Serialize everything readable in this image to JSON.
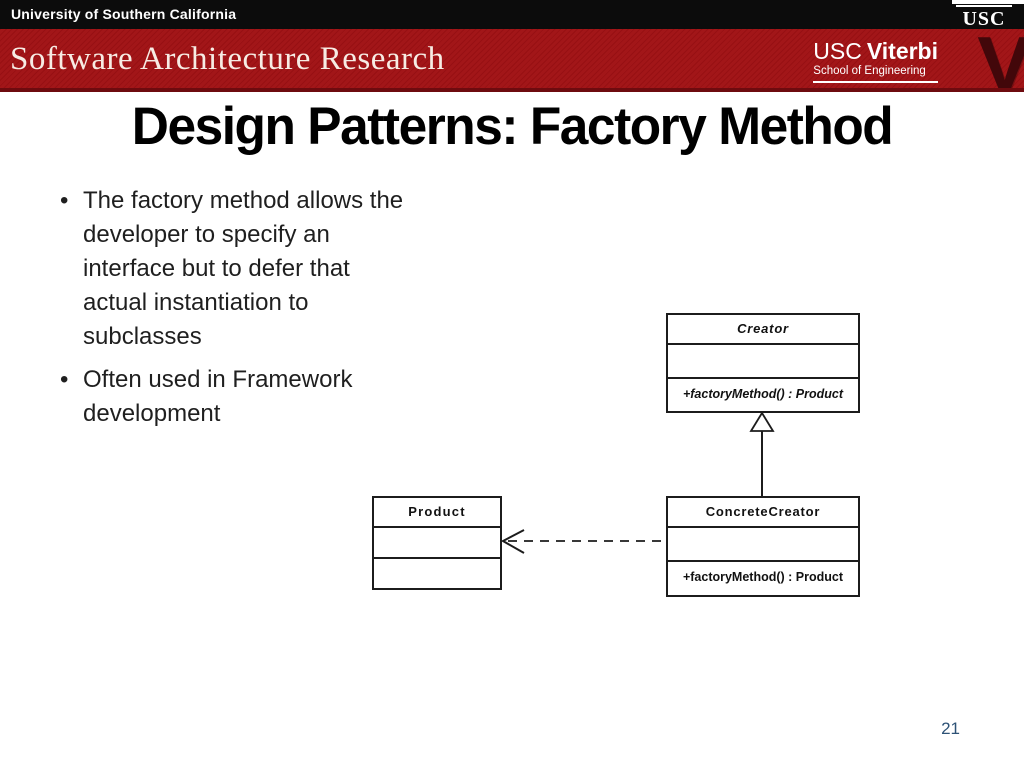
{
  "header": {
    "top_bar": {
      "text": "University of Southern California",
      "usc_wordmark": "USC"
    },
    "banner": {
      "title": "Software Architecture Research",
      "viterbi_usc": "USC",
      "viterbi_name": "Viterbi",
      "viterbi_school": "School of Engineering",
      "v_glyph": "V"
    },
    "colors": {
      "bar_black": "#0c0c0c",
      "banner_red": "#a01114",
      "banner_dark_edge": "#6e0b0f",
      "v_watermark": "#42070a"
    }
  },
  "slide": {
    "title": "Design Patterns: Factory Method",
    "bullets": [
      "The factory method allows the developer to specify an interface but to defer that actual instantiation to subclasses",
      "Often used in Framework development"
    ],
    "page_number": "21",
    "page_number_color": "#2d5276"
  },
  "diagram": {
    "type": "uml-class-diagram",
    "classes": {
      "creator": {
        "name": "Creator",
        "abstract": true,
        "method": "+factoryMethod() : Product"
      },
      "concrete": {
        "name": "ConcreteCreator",
        "abstract": false,
        "method": "+factoryMethod() : Product"
      },
      "product": {
        "name": "Product",
        "abstract": false,
        "method": ""
      }
    },
    "relations": [
      {
        "from": "ConcreteCreator",
        "to": "Creator",
        "type": "generalization",
        "style": "solid-line-hollow-triangle"
      },
      {
        "from": "ConcreteCreator",
        "to": "Product",
        "type": "dependency",
        "style": "dashed-line-open-arrow"
      }
    ]
  }
}
